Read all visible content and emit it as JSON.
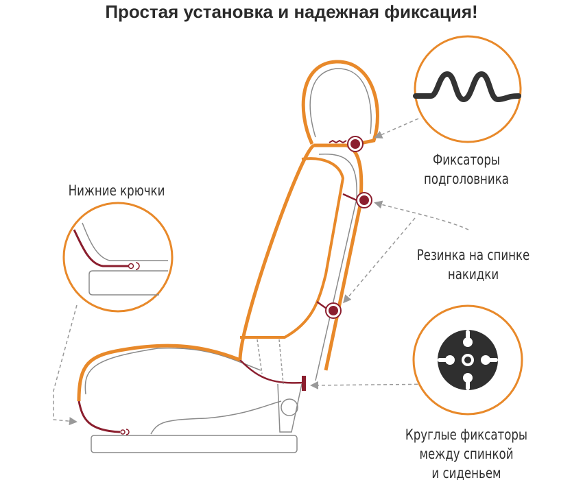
{
  "title": "Простая установка и надежная фиксация!",
  "labels": {
    "headrest": [
      "Фиксаторы",
      "подголовника"
    ],
    "hooks": "Нижние крючки",
    "elastic": [
      "Резинка на спинке",
      "накидки"
    ],
    "round": [
      "Круглые фиксаторы",
      "между спинкой",
      "и сиденьем"
    ]
  },
  "colors": {
    "orange": "#e8892a",
    "maroon": "#8b1e2e",
    "gray": "#8a8a8a",
    "dark": "#333333"
  }
}
